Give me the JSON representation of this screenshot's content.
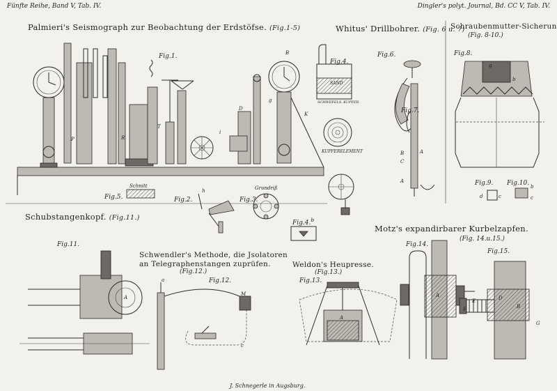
{
  "header": {
    "left": "Fünfte Reihe, Band V, Tab. IV.",
    "right": "Dingler's polyt. Journal, Bd. CC V, Tab. IV."
  },
  "titles": {
    "seismograph": "Palmieri's Seismograph zur Beobachtung der Erdstöfse.",
    "seismograph_ref": "(Fig.1-5)",
    "drill": "Whitus' Drillbohrer.",
    "drill_ref": "(Fig. 6 u. 7)",
    "nut": "Schraubenmutter-Sicherung",
    "nut_ref": "(Fig. 8-10.)",
    "connecting_rod": "Schubstangenkopf.",
    "connecting_rod_ref": "(Fig.11.)",
    "crank": "Motz's expandirbarer Kurbelzapfen.",
    "crank_ref": "(Fig. 14.u.15.)",
    "insulator_1": "Schwendler's Methode, die Jsolatoren",
    "insulator_2": "an Telegraphenstangen zuprüfen.",
    "insulator_ref": "(Fig.12.)",
    "press": "Weldon's Heupresse.",
    "press_ref": "(Fig.13.)"
  },
  "figures": {
    "f1": "Fig.1.",
    "f2": "Fig.2.",
    "f3": "Fig.3.",
    "f4": "Fig.4.",
    "f4b": "Fig.4.",
    "f4b_sup": "b",
    "f5": "Fig.5.",
    "f6": "Fig.6.",
    "f7": "Fig.7.",
    "f8": "Fig.8.",
    "f9": "Fig.9.",
    "f10": "Fig.10.",
    "f11": "Fig.11.",
    "f12": "Fig.12.",
    "f13": "Fig.13.",
    "f14": "Fig.14.",
    "f15": "Fig.15."
  },
  "labels": {
    "schnitt": "Schnitt",
    "grundriss": "Grundriß",
    "kupferelement": "KUPFERELEMENT",
    "sand": "SAND",
    "schwefel": "SCHWEFELS. KUPFER",
    "a": "a",
    "b": "b",
    "c": "c",
    "d": "d",
    "g": "g",
    "h": "h",
    "A": "A",
    "B": "B",
    "C": "C",
    "D": "D",
    "E": "E",
    "F": "F",
    "G": "G",
    "K": "K",
    "P": "P",
    "R": "R",
    "T": "T",
    "M": "M",
    "i": "i"
  },
  "footer": "J. Schnegerle in Augsburg."
}
